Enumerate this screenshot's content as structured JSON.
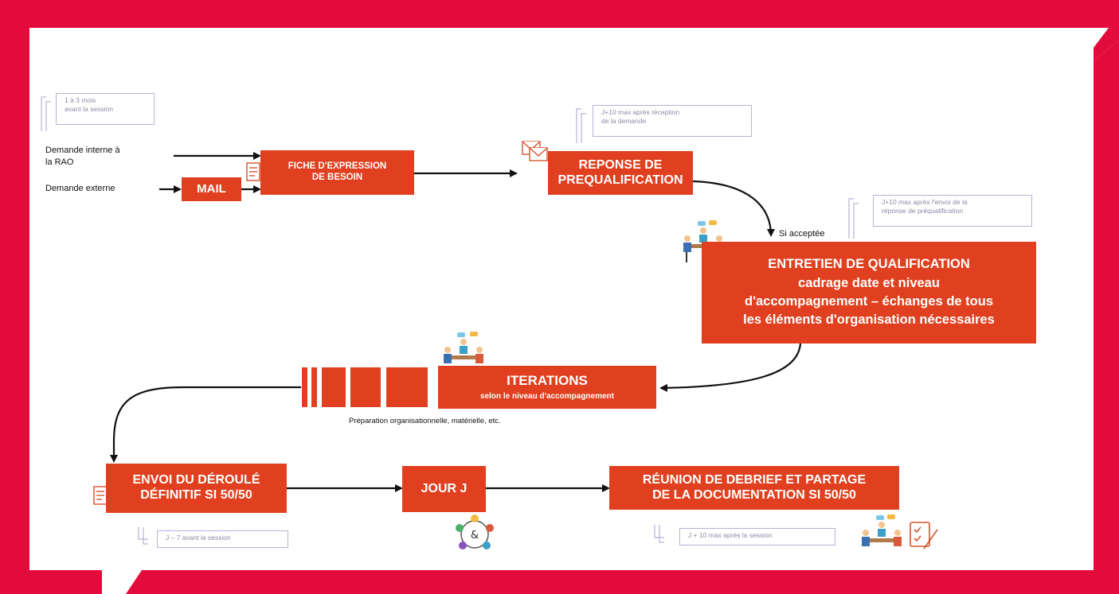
{
  "notes": {
    "n1": [
      "1 à 3 mois",
      "avant la session"
    ],
    "n2": [
      "J+10 max après réception",
      "de la demande"
    ],
    "n3": [
      "J+10 max après l'envoi de la",
      "réponse de préqualification"
    ],
    "n4": "J – 7 avant la session",
    "n5": "J + 10 max après la session"
  },
  "inputs": {
    "internal": [
      "Demande interne à",
      "la RAO"
    ],
    "external": "Demande externe"
  },
  "boxes": {
    "mail": "MAIL",
    "fiche": [
      "FICHE D'EXPRESSION",
      "DE BESOIN"
    ],
    "prequal": [
      "REPONSE DE",
      "PREQUALIFICATION"
    ],
    "entretien": [
      "ENTRETIEN DE QUALIFICATION",
      "cadrage date et niveau",
      "d'accompagnement – échanges de tous",
      "les éléments d'organisation nécessaires"
    ],
    "iterations_title": "ITERATIONS",
    "iterations_sub": "selon le niveau d'accompagnement",
    "envoi": [
      "ENVOI DU DÉROULÉ",
      "DÉFINITIF SI 50/50"
    ],
    "jour": "JOUR J",
    "debrief": [
      "RÉUNION DE DEBRIEF ET PARTAGE",
      "DE LA DOCUMENTATION SI 50/50"
    ]
  },
  "captions": {
    "accepted": "Si acceptée",
    "preparation": "Préparation organisationnelle, matérielle, etc."
  },
  "colors": {
    "frame": "#e20b3c",
    "box": "#e0401f",
    "note_border": "#b9b0d6",
    "arrow": "#111111"
  },
  "icons": [
    "mail-envelope-icon",
    "form-document-icon",
    "meeting-people-icon",
    "team-circle-icon",
    "checklist-pen-icon"
  ]
}
